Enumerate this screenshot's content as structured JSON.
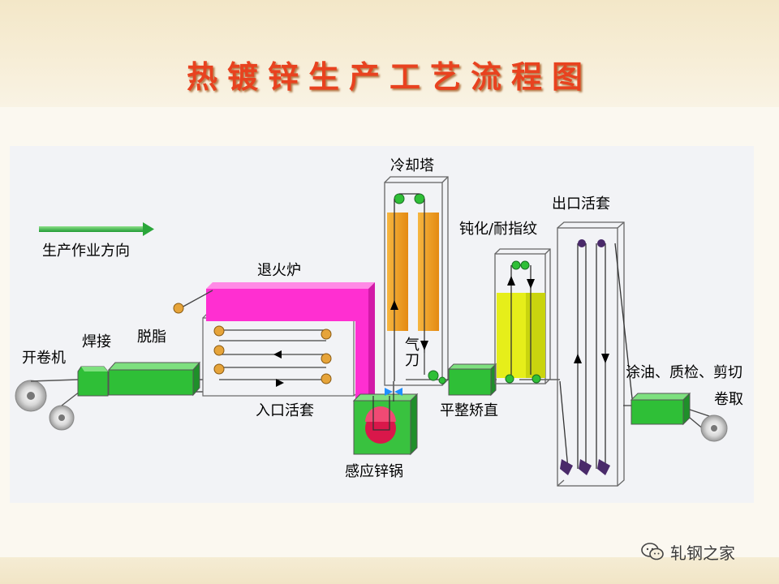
{
  "title": "热镀锌生产工艺流程图",
  "labels": {
    "direction": "生产作业方向",
    "uncoiler": "开卷机",
    "welding": "焊接",
    "degreasing": "脱脂",
    "annealing_furnace": "退火炉",
    "entry_accumulator": "入口活套",
    "zinc_pot": "感应锌锅",
    "cooling_tower": "冷却塔",
    "air_knife": "气刀",
    "temper_leveling": "平整矫直",
    "passivation": "钝化/耐指纹",
    "exit_accumulator": "出口活套",
    "oiling_inspection_shearing": "涂油、质检、剪切",
    "coiling": "卷取"
  },
  "watermark": "轧钢之家",
  "colors": {
    "title": "#e8421f",
    "furnace": "#ff2fd1",
    "cooling_tower": "#f0a023",
    "passivation": "#e6ee1a",
    "green_unit": "#35c23a",
    "zinc_bath": "#d9174a",
    "roller": "#e6a43a",
    "arrow": "#39b54a"
  }
}
